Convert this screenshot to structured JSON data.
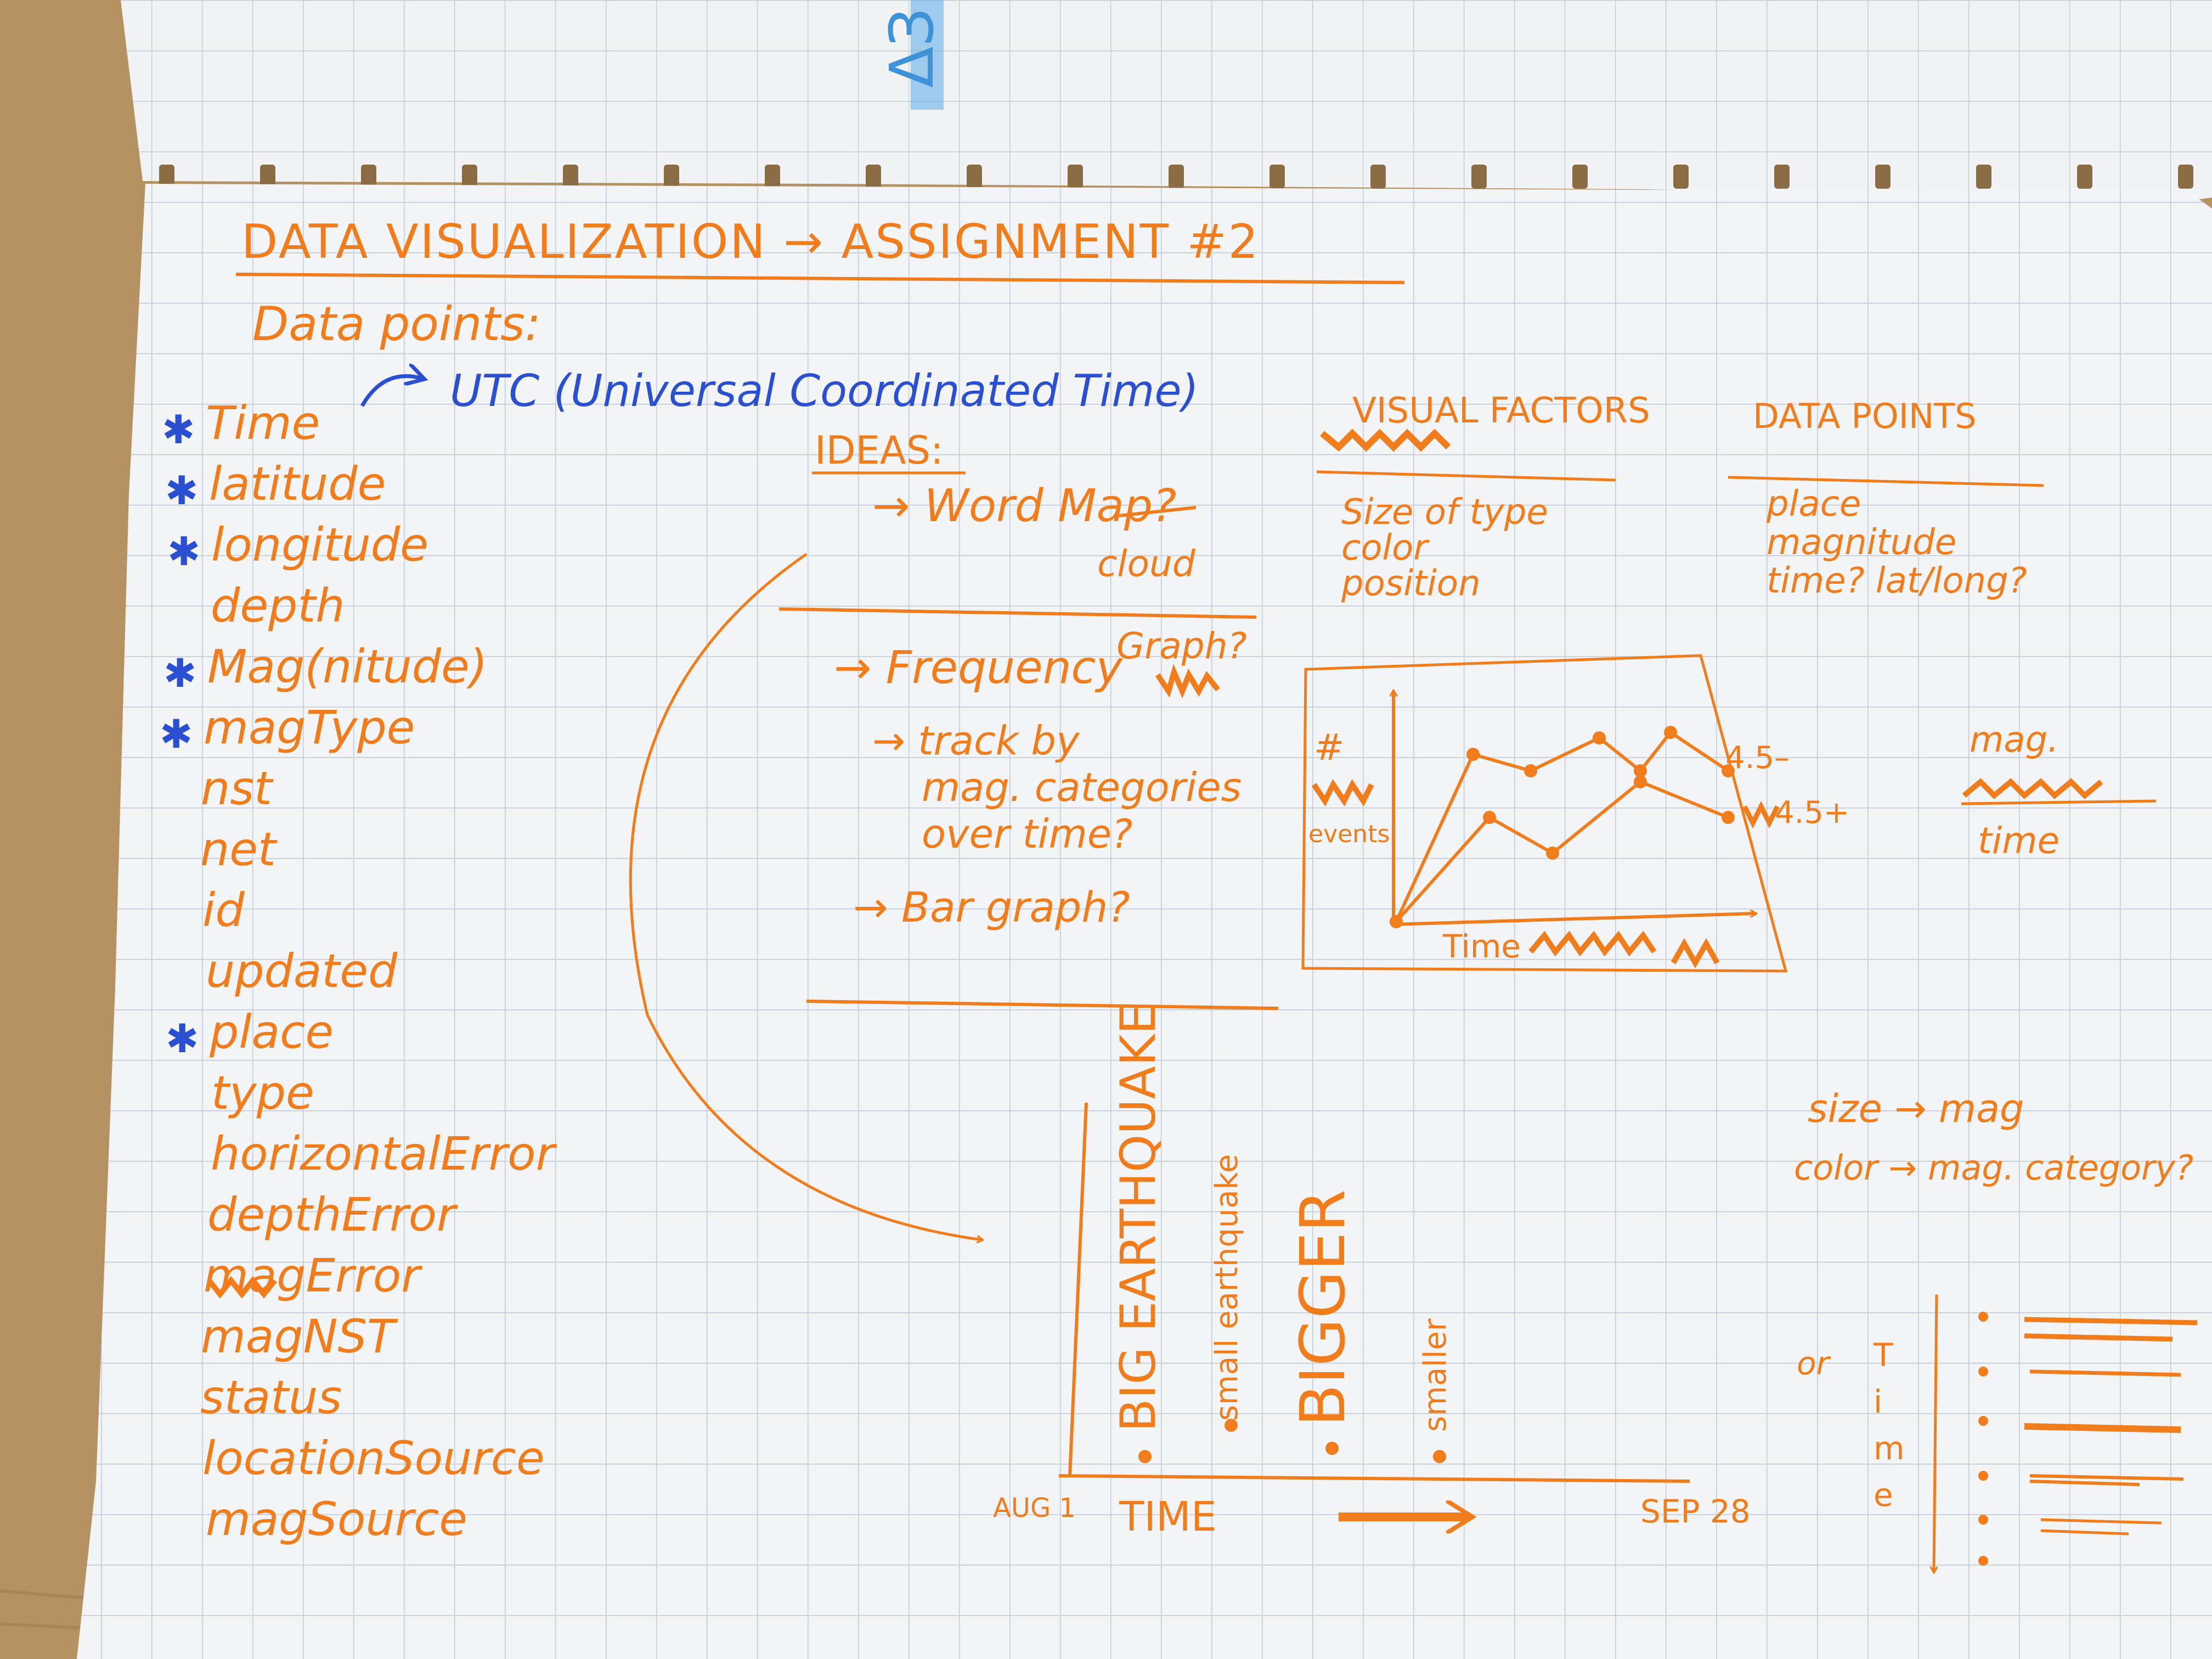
{
  "colors": {
    "ink_orange": "#f07c1c",
    "ink_blue": "#2a4fd0",
    "paper": "#f3f4f6",
    "grid": "#c3c9d3",
    "desk": "#b59263"
  },
  "page": {
    "title": "DATA VISUALIZATION → ASSIGNMENT #2"
  },
  "top_page": {
    "scribble": "ΔЗ"
  },
  "fields": {
    "heading": "Data points:",
    "utc_note": "UTC (Universal Coordinated Time)",
    "items": [
      {
        "label": "Time",
        "star": true
      },
      {
        "label": "latitude",
        "star": true
      },
      {
        "label": "longitude",
        "star": true
      },
      {
        "label": "depth",
        "star": false
      },
      {
        "label": "Mag(nitude)",
        "star": true
      },
      {
        "label": "magType",
        "star": true
      },
      {
        "label": "nst",
        "star": false
      },
      {
        "label": "net",
        "star": false
      },
      {
        "label": "id",
        "star": false
      },
      {
        "label": "updated",
        "star": false
      },
      {
        "label": "place",
        "star": true
      },
      {
        "label": "type",
        "star": false
      },
      {
        "label": "horizontalError",
        "star": false
      },
      {
        "label": "depthError",
        "star": false
      },
      {
        "label": "magError",
        "star": false
      },
      {
        "label": "magNST",
        "star": false
      },
      {
        "label": "status",
        "star": false
      },
      {
        "label": "locationSource",
        "star": false
      },
      {
        "label": "magSource",
        "star": false
      }
    ]
  },
  "ideas": {
    "heading": "IDEAS:",
    "word_map": "→ Word Map?",
    "cloud": "cloud",
    "frequency": "→ Frequency",
    "graph": "Graph?",
    "track_lines": [
      "→ track by",
      "mag. categories",
      "over time?"
    ],
    "bar_graph": "→ Bar graph?"
  },
  "visual_factors": {
    "heading": "VISUAL FACTORS",
    "items": [
      "Size of type",
      "color",
      "position"
    ]
  },
  "data_points": {
    "heading": "DATA POINTS",
    "items": [
      "place",
      "magnitude",
      "time? lat/long?"
    ]
  },
  "line_sketch": {
    "y_label_top": "#",
    "y_label_bottom": "events",
    "x_label": "Time",
    "series_labels": [
      "4.5–",
      "4.5+"
    ],
    "side_note_top": "mag.",
    "side_note_bottom": "time"
  },
  "timeline_sketch": {
    "labels": [
      "BIG EARTHQUAKE",
      "small earthquake",
      "BIGGER",
      "smaller"
    ],
    "start": "AUG 1",
    "end": "SEP 28",
    "axis": "TIME"
  },
  "encoding": {
    "size": "size → mag",
    "color": "color → mag. category?"
  },
  "alt_sketch": {
    "or": "or",
    "time_letters": [
      "T",
      "i",
      "m",
      "e"
    ]
  }
}
